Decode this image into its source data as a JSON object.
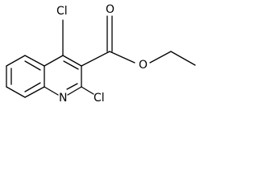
{
  "atoms": {
    "cl_top": "Cl",
    "cl_bottom": "Cl",
    "nitrogen": "N",
    "oxygen_carbonyl": "O",
    "oxygen_ester": "O"
  },
  "colors": {
    "bond": "#000000",
    "label": "#000000",
    "background": "#ffffff"
  }
}
